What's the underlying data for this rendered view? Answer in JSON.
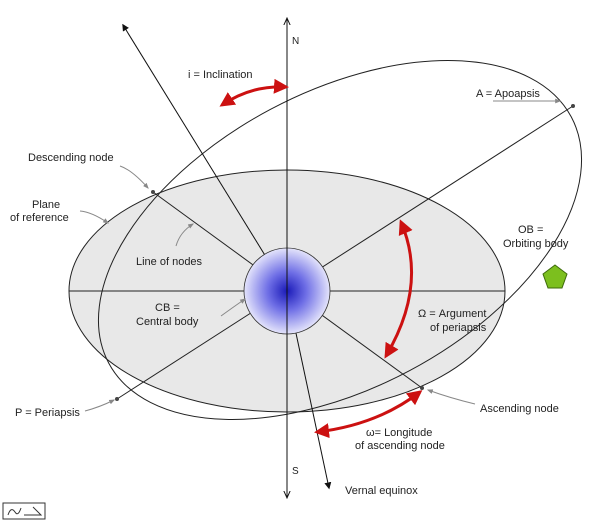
{
  "labels": {
    "north": "N",
    "south": "S",
    "inclination": "i = Inclination",
    "apoapsis": "A = Apoapsis",
    "descending_node": "Descending node",
    "plane_line1": "Plane",
    "plane_line2": "of reference",
    "line_of_nodes": "Line of nodes",
    "orbiting_line1": "OB =",
    "orbiting_line2": "Orbiting body",
    "central_line1": "CB =",
    "central_line2": "Central  body",
    "argument_line1": "Ω = Argument",
    "argument_line2": "of periapsis",
    "periapsis": "P = Periapsis",
    "ascending_node": "Ascending node",
    "longitude_line1": "ω= Longitude",
    "longitude_line2": "of ascending node",
    "vernal_equinox": "Vernal equinox"
  },
  "colors": {
    "plane_fill": "#e8e8e8",
    "central_body": "#3b3bd6",
    "orbiting_body": "#7cbf1e",
    "angle_arrows": "#cc1111",
    "lines": "#222222",
    "pointers": "#888888"
  },
  "icons": {
    "corner_stamp": "signature-stamp-icon"
  }
}
